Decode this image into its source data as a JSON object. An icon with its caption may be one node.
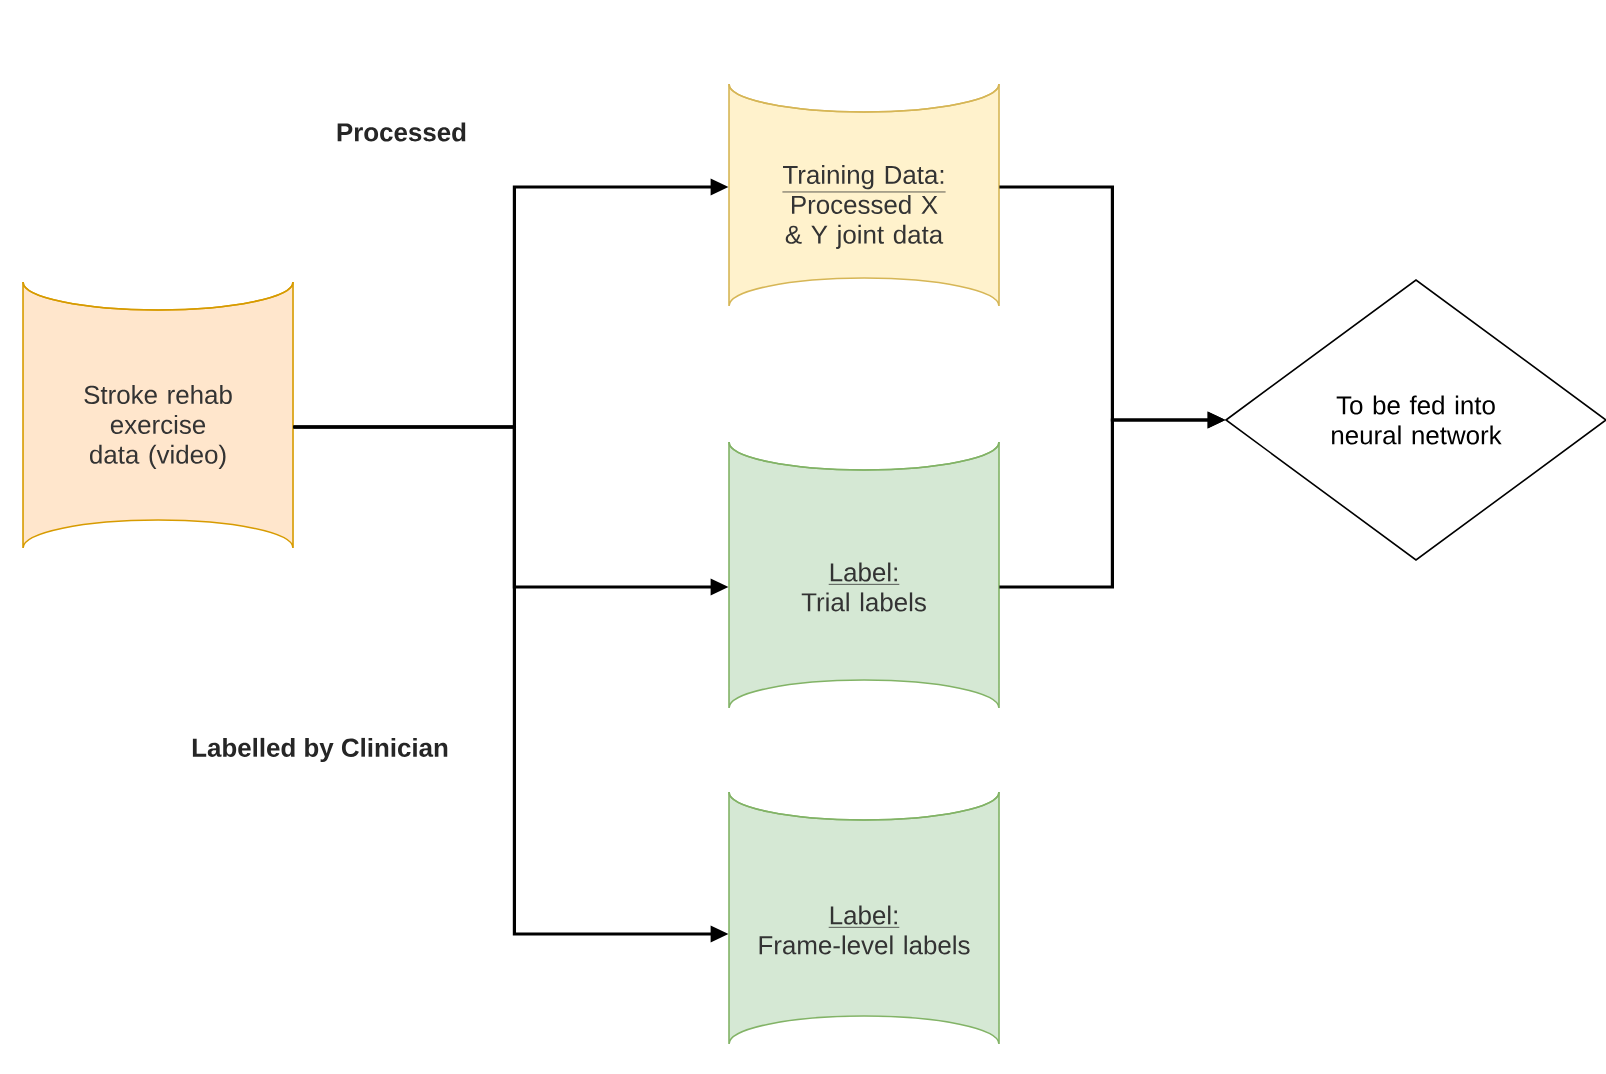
{
  "diagram": {
    "nodes": [
      {
        "text": [
          "Stroke rehab exercise data (video)"
        ]
      },
      {
        "text": [
          "Training Data:",
          "Processed X & Y joint data"
        ]
      },
      {
        "text": [
          "Label:",
          "Trial labels"
        ]
      },
      {
        "text": [
          "Label:",
          "Frame-level labels"
        ]
      },
      {
        "text": [
          "To be fed into neural network"
        ]
      }
    ],
    "edges": [
      {
        "from": 0,
        "to": 1,
        "arrow": "to"
      },
      {
        "from": 0,
        "to": 2,
        "arrow": "to"
      },
      {
        "from": 0,
        "to": 3,
        "arrow": "to"
      },
      {
        "from": 1,
        "to": 4,
        "arrow": "to"
      },
      {
        "from": 2,
        "to": 4,
        "arrow": "to"
      }
    ],
    "labels": [
      "Processed",
      "Labelled by Clinician"
    ]
  }
}
